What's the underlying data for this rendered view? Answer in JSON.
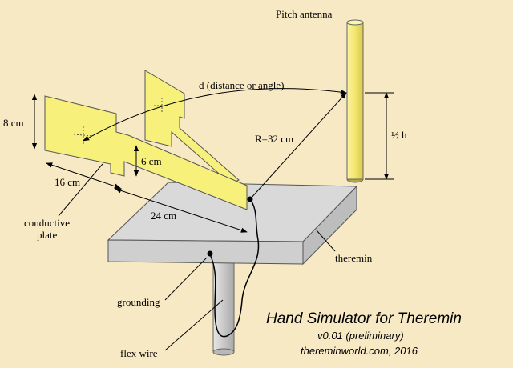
{
  "labels": {
    "pitch_antenna": "Pitch antenna",
    "distance": "d (distance or angle)",
    "radius": "R=32 cm",
    "half_h": "½ h",
    "height_8": "8 cm",
    "width_6": "6 cm",
    "length_16": "16 cm",
    "length_24": "24 cm",
    "conductive_1": "conductive",
    "conductive_2": "plate",
    "theremin": "theremin",
    "grounding": "grounding",
    "flex_wire": "flex wire"
  },
  "title": {
    "line1": "Hand Simulator for Theremin",
    "line2": "v0.01 (preliminary)",
    "line3": "thereminworld.com,  2016"
  },
  "colors": {
    "background": "#f7e9c4",
    "plate": "#f7f07a",
    "antenna": "#f3e66e",
    "box_top": "#d9d9d9",
    "box_side": "#c4c4c4",
    "pole": "#c9c9c9"
  }
}
